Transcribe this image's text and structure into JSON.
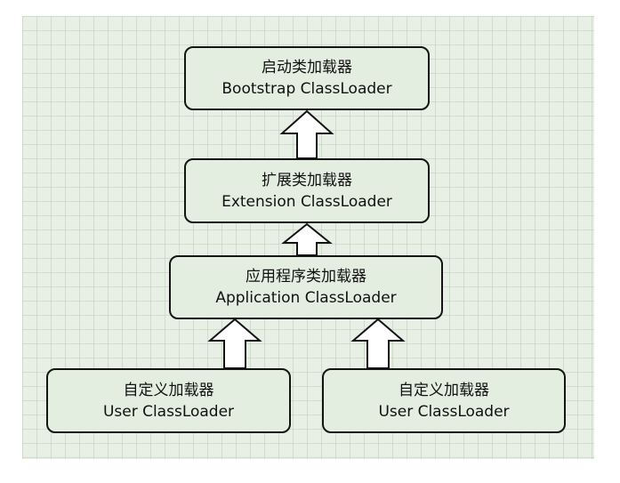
{
  "nodes": {
    "bootstrap": {
      "zh": "启动类加载器",
      "en": "Bootstrap ClassLoader"
    },
    "extension": {
      "zh": "扩展类加载器",
      "en": "Extension ClassLoader"
    },
    "application": {
      "zh": "应用程序类加载器",
      "en": "Application ClassLoader"
    },
    "user_left": {
      "zh": "自定义加载器",
      "en": "User ClassLoader"
    },
    "user_right": {
      "zh": "自定义加载器",
      "en": "User ClassLoader"
    }
  },
  "edges": [
    {
      "from": "extension",
      "to": "bootstrap"
    },
    {
      "from": "application",
      "to": "extension"
    },
    {
      "from": "user_left",
      "to": "application"
    },
    {
      "from": "user_right",
      "to": "application"
    }
  ],
  "colors": {
    "background": "#e8efe4",
    "node_fill": "#e4eee0",
    "stroke": "#141414",
    "arrow_fill": "#ffffff"
  }
}
